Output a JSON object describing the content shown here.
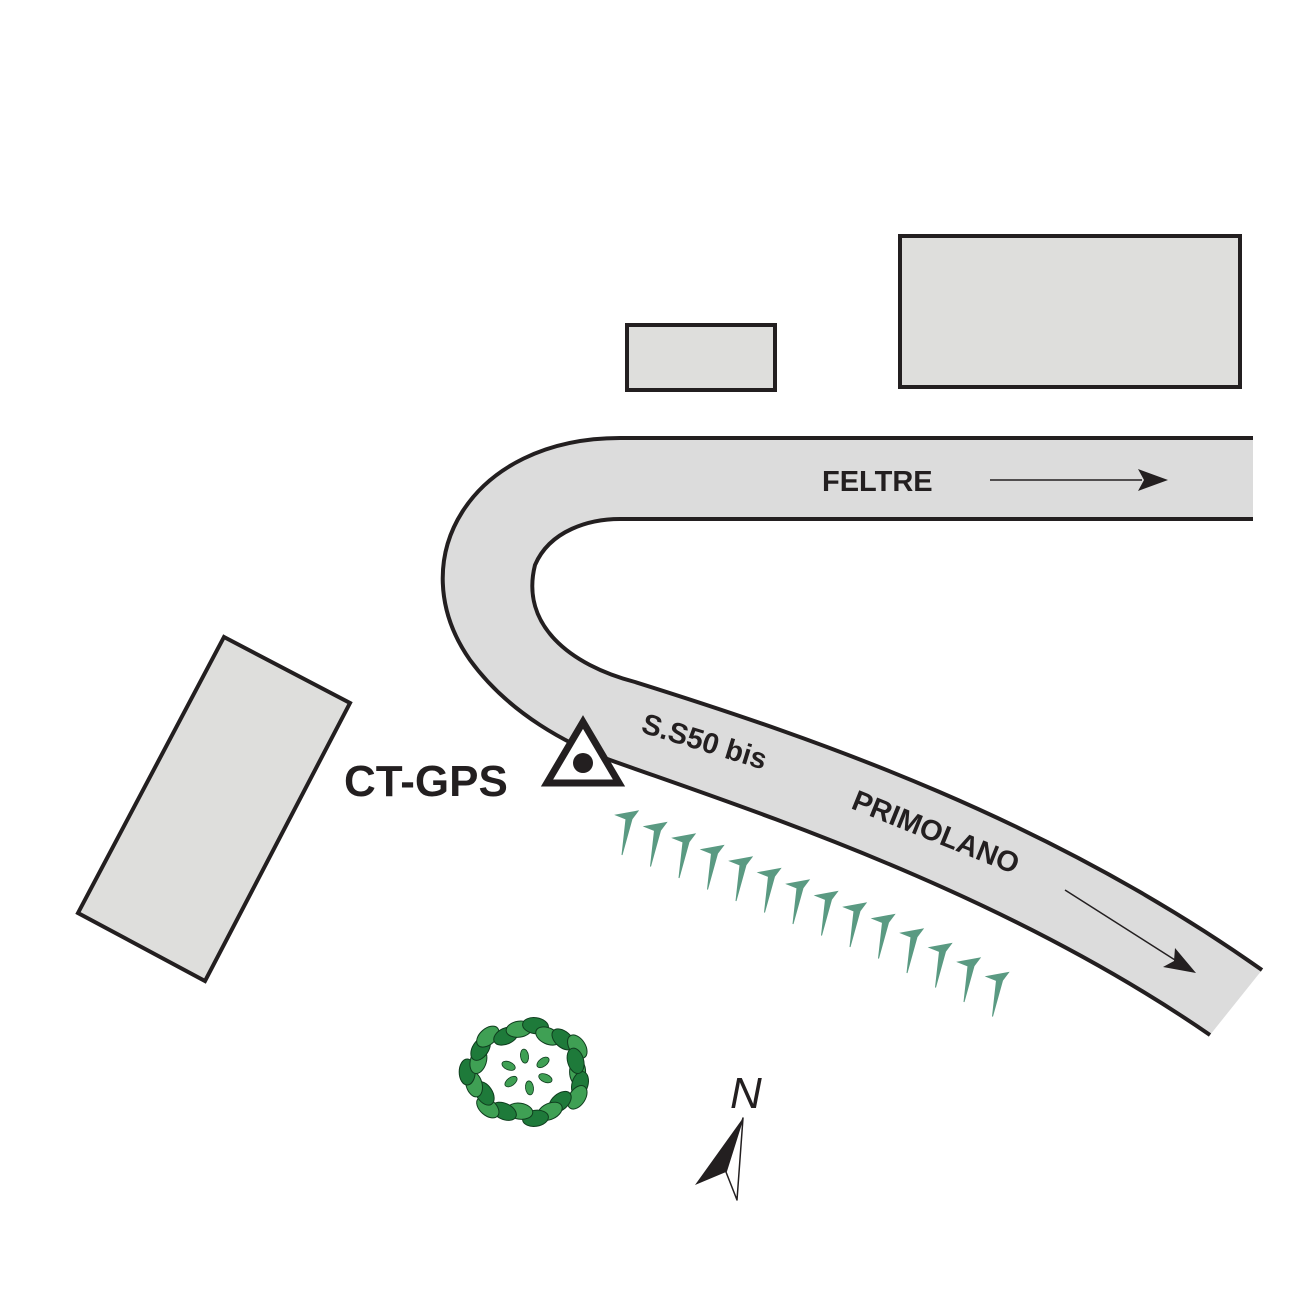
{
  "labels": {
    "feltre": "FELTRE",
    "road_name": "S.S50 bis",
    "primolano": "PRIMOLANO",
    "station": "CT-GPS",
    "north": "N"
  },
  "colors": {
    "building_fill": "#dededc",
    "road_fill": "#dcdcdc",
    "outline": "#231f20",
    "vegetation": "#5a9a82",
    "tree_dark": "#1e7a3a",
    "tree_light": "#3fa054"
  }
}
